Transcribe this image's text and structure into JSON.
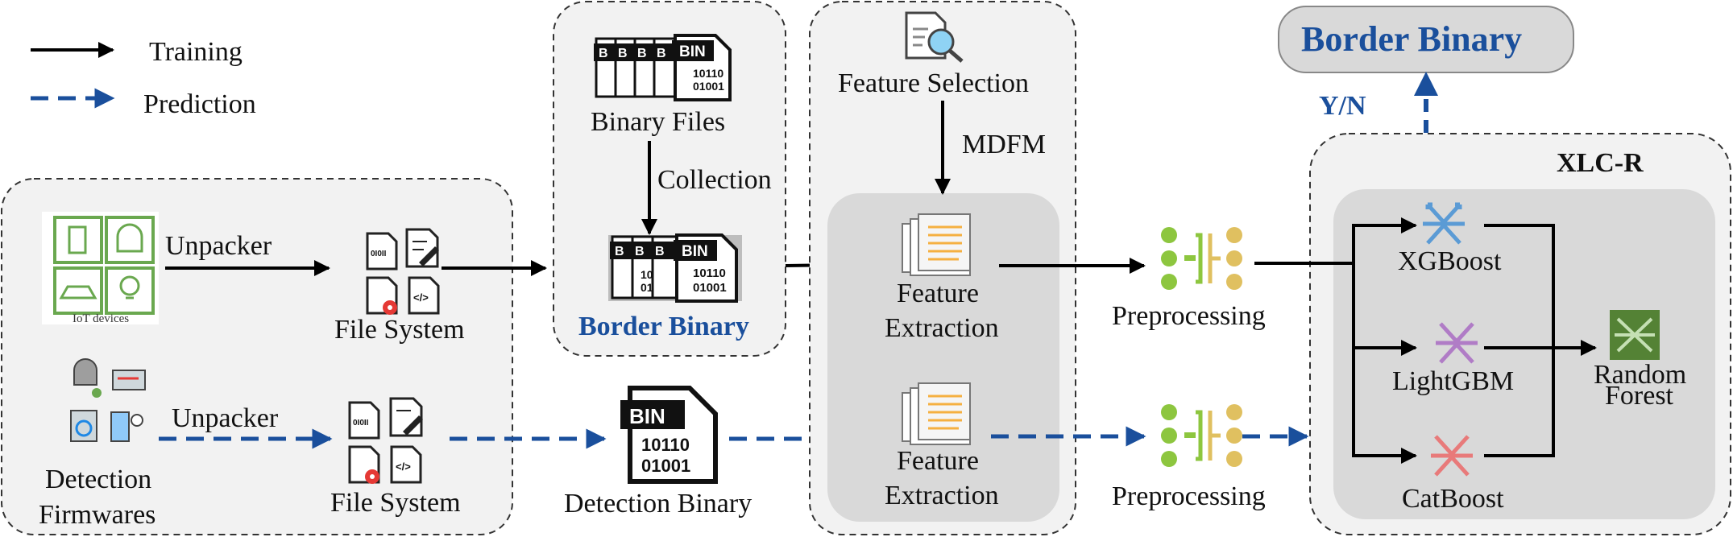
{
  "legend": {
    "training": "Training",
    "prediction": "Prediction"
  },
  "left_panel": {
    "iot_caption": "IoT devices",
    "unpacker_top": "Unpacker",
    "file_system_top": "File System",
    "unpacker_bottom": "Unpacker",
    "detection_firmwares_line1": "Detection",
    "detection_firmwares_line2": "Firmwares",
    "file_system_bottom": "File System"
  },
  "binary_panel": {
    "binary_files": "Binary Files",
    "collection": "Collection",
    "border_binary": "Border Binary",
    "bin_tag": "BIN",
    "bin_bits_line1": "10110",
    "bin_bits_line2": "01001"
  },
  "detection_binary": {
    "label": "Detection Binary",
    "bin_tag": "BIN",
    "bits_line1": "10110",
    "bits_line2": "01001"
  },
  "feature_panel": {
    "feature_selection": "Feature Selection",
    "mdfm": "MDFM",
    "feature_extraction_top_line1": "Feature",
    "feature_extraction_top_line2": "Extraction",
    "feature_extraction_bottom_line1": "Feature",
    "feature_extraction_bottom_line2": "Extraction"
  },
  "preprocessing": {
    "top": "Preprocessing",
    "bottom": "Preprocessing"
  },
  "output": {
    "border_binary": "Border Binary",
    "yn": "Y/N"
  },
  "model_panel": {
    "title": "XLC-R",
    "xgboost": "XGBoost",
    "lightgbm": "LightGBM",
    "catboost": "CatBoost",
    "random_forest_line1": "Random",
    "random_forest_line2": "Forest"
  },
  "colors": {
    "accent_blue": "#1a4f9c",
    "panel_fill": "#f2f2f2",
    "inner_fill": "#d9d9d9",
    "xgboost_icon": "#5b9bd5",
    "lightgbm_icon": "#b07cc6",
    "catboost_icon": "#e87a7a",
    "random_forest_icon": "#548235",
    "preprocess_green": "#8dc63f",
    "preprocess_gold": "#e0c060"
  }
}
